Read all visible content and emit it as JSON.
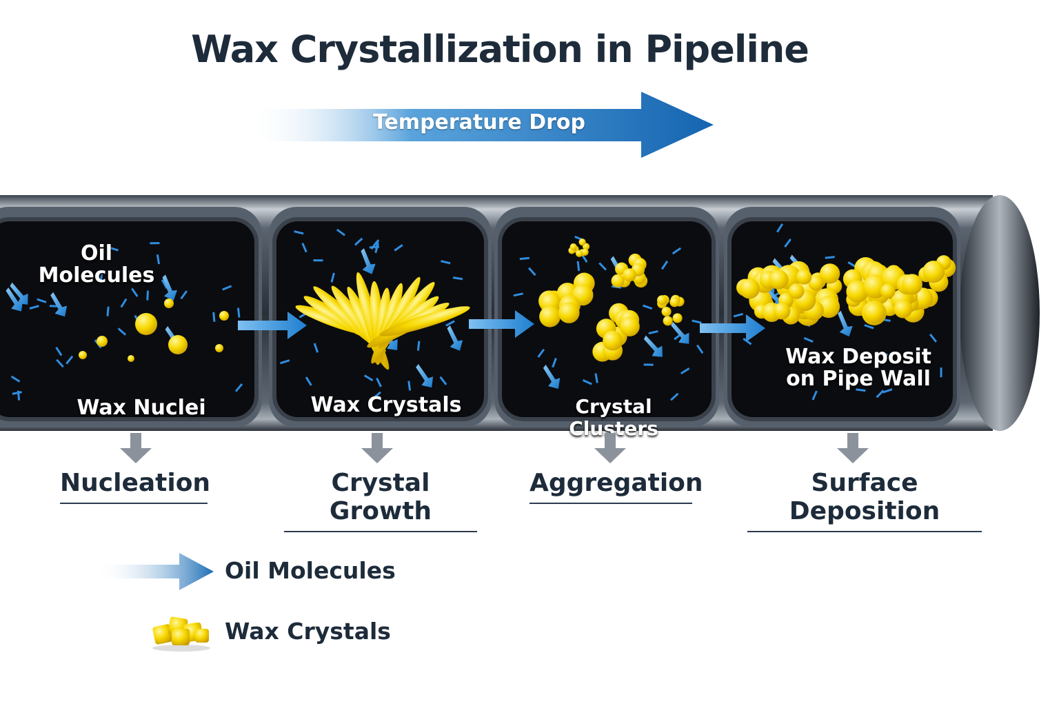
{
  "title": "Wax Crystallization in Pipeline",
  "temperature_arrow": {
    "label": "Temperature Drop"
  },
  "panels": [
    {
      "label": "Oil Molecules",
      "sub_label": "Wax Nuclei"
    },
    {
      "label": "Wax Crystals"
    },
    {
      "label": "Crystal Clusters"
    },
    {
      "label": "Wax Deposit on Pipe Wall"
    }
  ],
  "stages": [
    "Nucleation",
    "Crystal Growth",
    "Aggregation",
    "Surface Deposition"
  ],
  "legend": [
    {
      "icon": "blue-arrow-icon",
      "label": "Oil Molecules"
    },
    {
      "icon": "wax-crystal-icon",
      "label": "Wax Crystals"
    }
  ],
  "colors": {
    "title": "#1d2b3a",
    "arrow_blue": "#1a6db5",
    "wax_yellow": "#f5d000",
    "pipe_dark": "#0c0d10",
    "pipe_metal": "#6c7682"
  }
}
